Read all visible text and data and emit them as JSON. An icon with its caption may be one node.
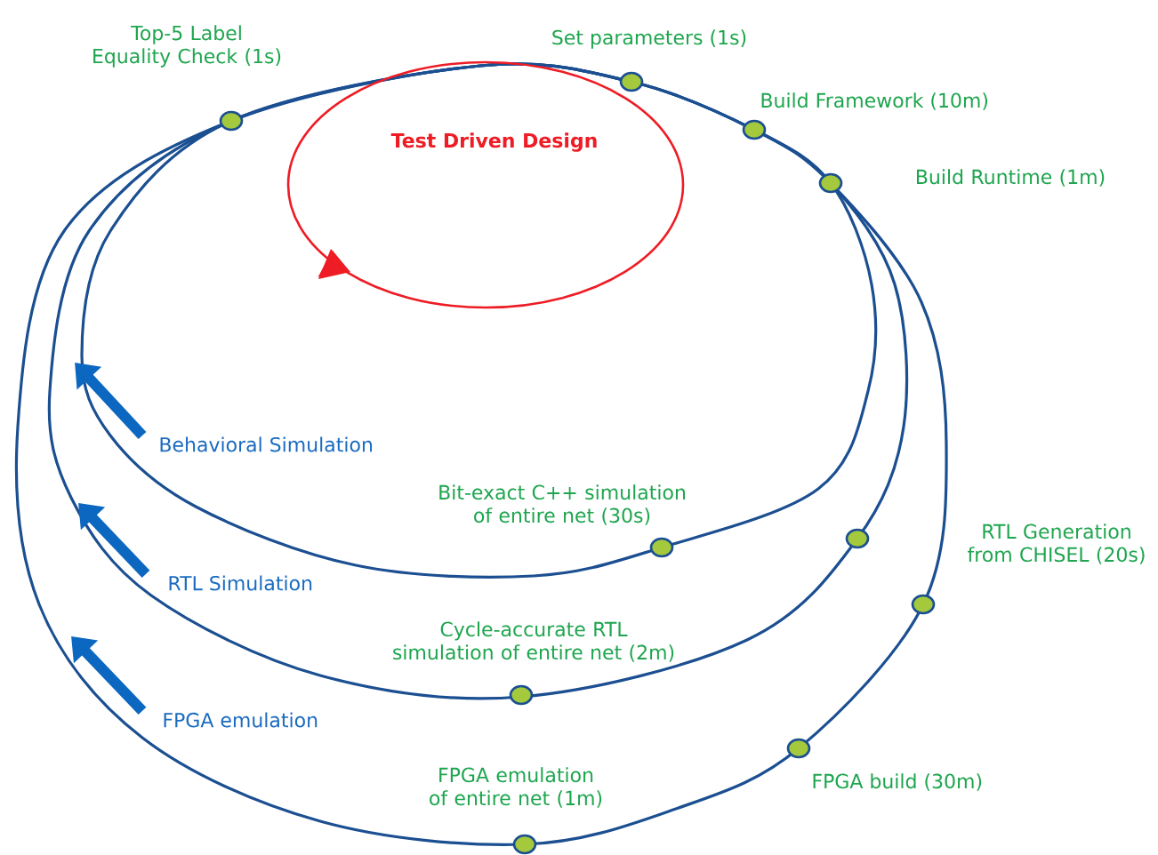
{
  "diagram": {
    "labels": [
      "Top-5 Label Equality Check (1s)",
      "Set parameters (1s)",
      "Build Framework (10m)",
      "Test Driven Design",
      "Build Runtime (1m)",
      "Behavioral Simulation",
      "Bit-exact C++ simulation of entire net (30s)",
      "RTL Generation from CHISEL (20s)",
      "RTL Simulation",
      "Cycle-accurate RTL simulation of entire net (2m)",
      "FPGA emulation",
      "FPGA emulation of entire net (1m)",
      "FPGA build (30m)"
    ]
  }
}
